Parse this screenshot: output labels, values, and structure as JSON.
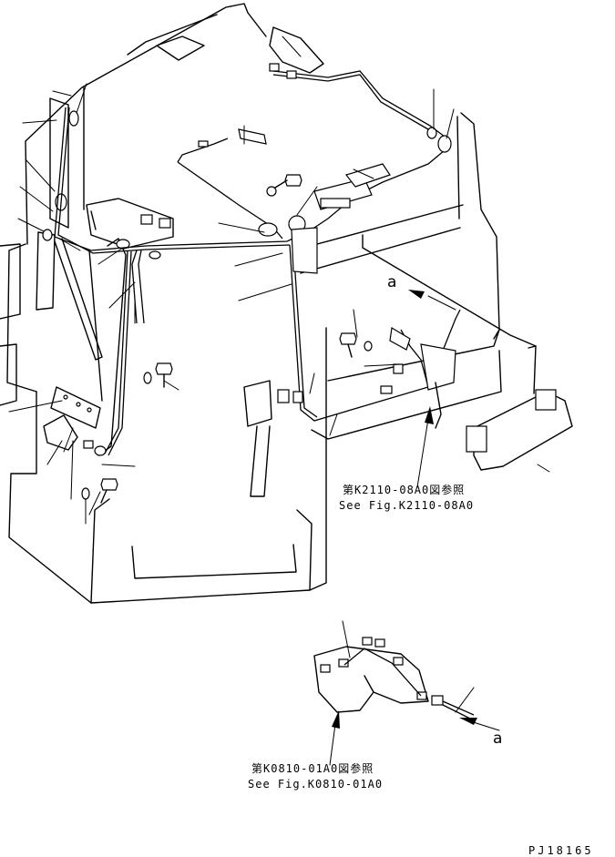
{
  "callouts": {
    "arrow_a_top": "a",
    "arrow_a_bottom": "a"
  },
  "references": {
    "k2110_jp": "第K2110-08A0図参照",
    "k2110_en": "See Fig.K2110-08A0",
    "k0810_jp": "第K0810-01A0図参照",
    "k0810_en": "See Fig.K0810-01A0"
  },
  "drawing_number": "PJ18165"
}
